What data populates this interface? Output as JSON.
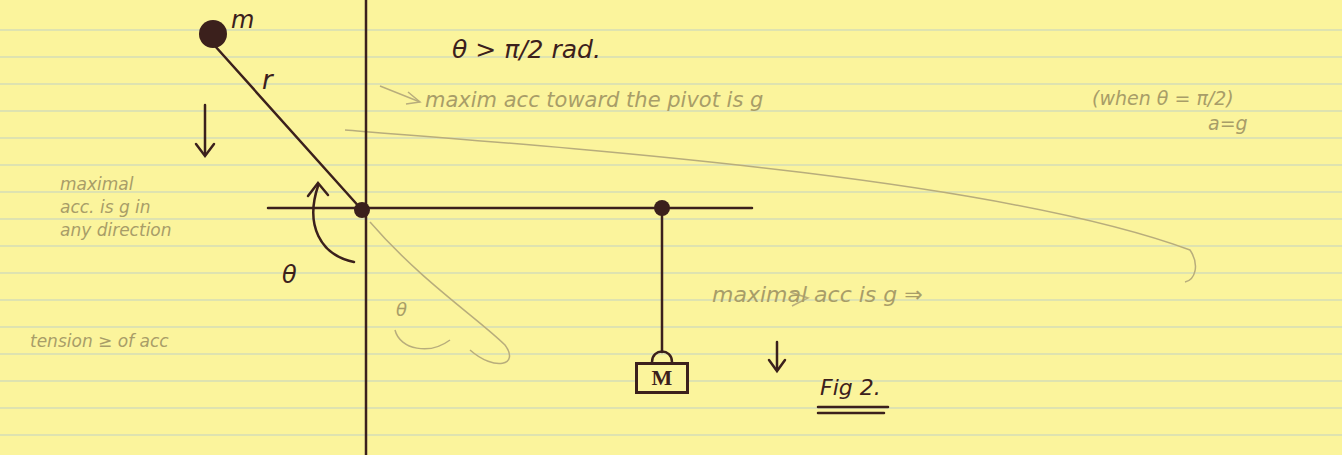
{
  "diagram": {
    "nodes": [
      {
        "text": [
          "m"
        ]
      },
      {
        "text": [
          "M"
        ]
      }
    ],
    "labels": [
      "r",
      "θ > π/2 rad.",
      "maxim acc toward the pivot is g",
      "(when θ = π/2)",
      "a=g",
      "maximal",
      "acc. is g in",
      "any direction",
      "θ",
      "tension ≥ of acc",
      "θ",
      "maximal acc is g ⇒",
      "Fig 2."
    ]
  }
}
